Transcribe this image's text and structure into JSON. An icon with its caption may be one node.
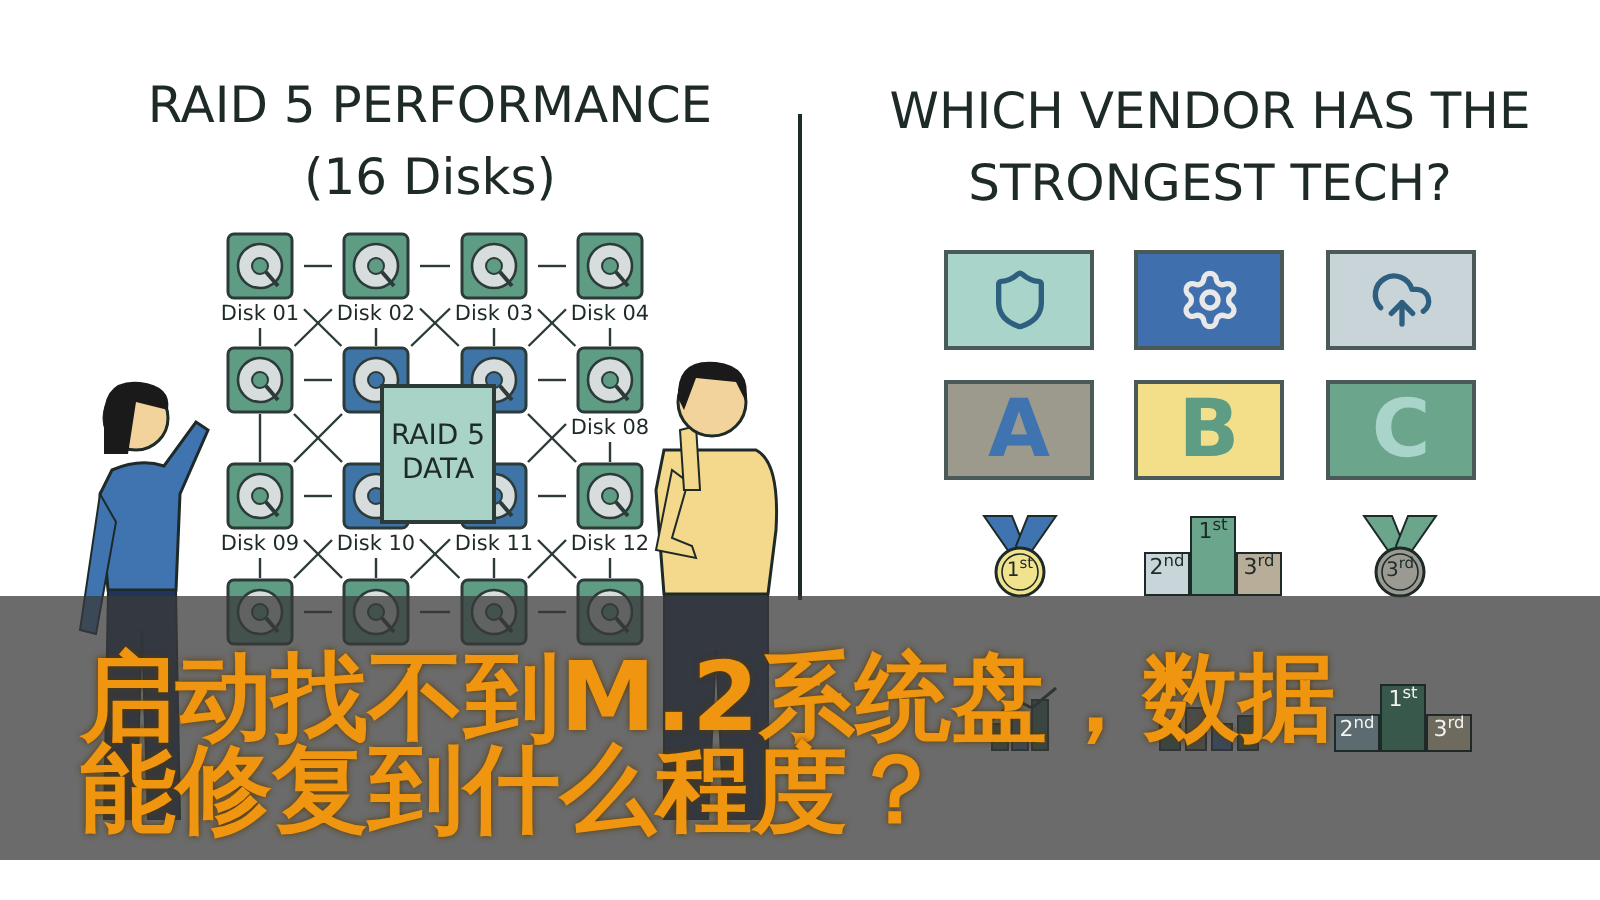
{
  "diagram": {
    "title": "启动找不到M.2系统盘，数据能修复到什么程度？",
    "nodes": [
      {
        "text": [
          "Disk 01"
        ]
      },
      {
        "text": [
          "Disk 02"
        ]
      },
      {
        "text": [
          "Disk 03"
        ]
      },
      {
        "text": [
          "Disk 04"
        ]
      },
      {
        "text": [],
        "shape": "box"
      },
      {
        "text": [],
        "shape": "box"
      },
      {
        "text": [],
        "shape": "box"
      },
      {
        "text": [
          "Disk 08"
        ]
      },
      {
        "text": [
          "Disk 09"
        ]
      },
      {
        "text": [
          "Disk 10"
        ]
      },
      {
        "text": [
          "Disk 11"
        ]
      },
      {
        "text": [
          "Disk 12"
        ]
      },
      {
        "text": [],
        "shape": "box"
      },
      {
        "text": [],
        "shape": "box"
      },
      {
        "text": [],
        "shape": "box"
      },
      {
        "text": [],
        "shape": "box"
      },
      {
        "text": [
          "RAID 5 DATA"
        ]
      },
      {
        "text": [
          "A"
        ]
      },
      {
        "text": [
          "B"
        ]
      },
      {
        "text": [
          "C"
        ]
      }
    ],
    "edges": [
      {
        "from": 0,
        "to": 1,
        "arrow": "none"
      },
      {
        "from": 1,
        "to": 2,
        "arrow": "none"
      },
      {
        "from": 2,
        "to": 3,
        "arrow": "none"
      },
      {
        "from": 4,
        "to": 5,
        "arrow": "none"
      },
      {
        "from": 6,
        "to": 7,
        "arrow": "none"
      },
      {
        "from": 8,
        "to": 9,
        "arrow": "none"
      },
      {
        "from": 10,
        "to": 11,
        "arrow": "none"
      },
      {
        "from": 12,
        "to": 13,
        "arrow": "none"
      },
      {
        "from": 13,
        "to": 14,
        "arrow": "none"
      },
      {
        "from": 14,
        "to": 15,
        "arrow": "none"
      },
      {
        "from": 0,
        "to": 4,
        "arrow": "none"
      },
      {
        "from": 1,
        "to": 5,
        "arrow": "none"
      },
      {
        "from": 2,
        "to": 6,
        "arrow": "none"
      },
      {
        "from": 3,
        "to": 7,
        "arrow": "none"
      },
      {
        "from": 4,
        "to": 8,
        "arrow": "none"
      },
      {
        "from": 7,
        "to": 11,
        "arrow": "none"
      },
      {
        "from": 8,
        "to": 12,
        "arrow": "none"
      },
      {
        "from": 9,
        "to": 13,
        "arrow": "none"
      },
      {
        "from": 10,
        "to": 14,
        "arrow": "none"
      },
      {
        "from": 11,
        "to": 15,
        "arrow": "none"
      },
      {
        "from": 0,
        "to": 5,
        "arrow": "none"
      },
      {
        "from": 1,
        "to": 4,
        "arrow": "none"
      },
      {
        "from": 1,
        "to": 6,
        "arrow": "none"
      },
      {
        "from": 2,
        "to": 5,
        "arrow": "none"
      },
      {
        "from": 2,
        "to": 7,
        "arrow": "none"
      },
      {
        "from": 3,
        "to": 6,
        "arrow": "none"
      },
      {
        "from": 4,
        "to": 9,
        "arrow": "none"
      },
      {
        "from": 5,
        "to": 8,
        "arrow": "none"
      },
      {
        "from": 6,
        "to": 11,
        "arrow": "none"
      },
      {
        "from": 7,
        "to": 10,
        "arrow": "none"
      },
      {
        "from": 8,
        "to": 13,
        "arrow": "none"
      },
      {
        "from": 9,
        "to": 12,
        "arrow": "none"
      },
      {
        "from": 9,
        "to": 14,
        "arrow": "none"
      },
      {
        "from": 10,
        "to": 13,
        "arrow": "none"
      },
      {
        "from": 10,
        "to": 15,
        "arrow": "none"
      },
      {
        "from": 11,
        "to": 14,
        "arrow": "none"
      }
    ],
    "labels": [
      "RAID 5 PERFORMANCE",
      "(16 Disks)",
      "WHICH VENDOR HAS THE STRONGEST TECH?",
      "1$^{st}$",
      "2$^{nd}$",
      "1$^{st}$",
      "3$^{rd}$",
      "3$^{rd}$",
      "2$^{nd}$",
      "1$^{st}$",
      "3$^{rd}$"
    ]
  }
}
